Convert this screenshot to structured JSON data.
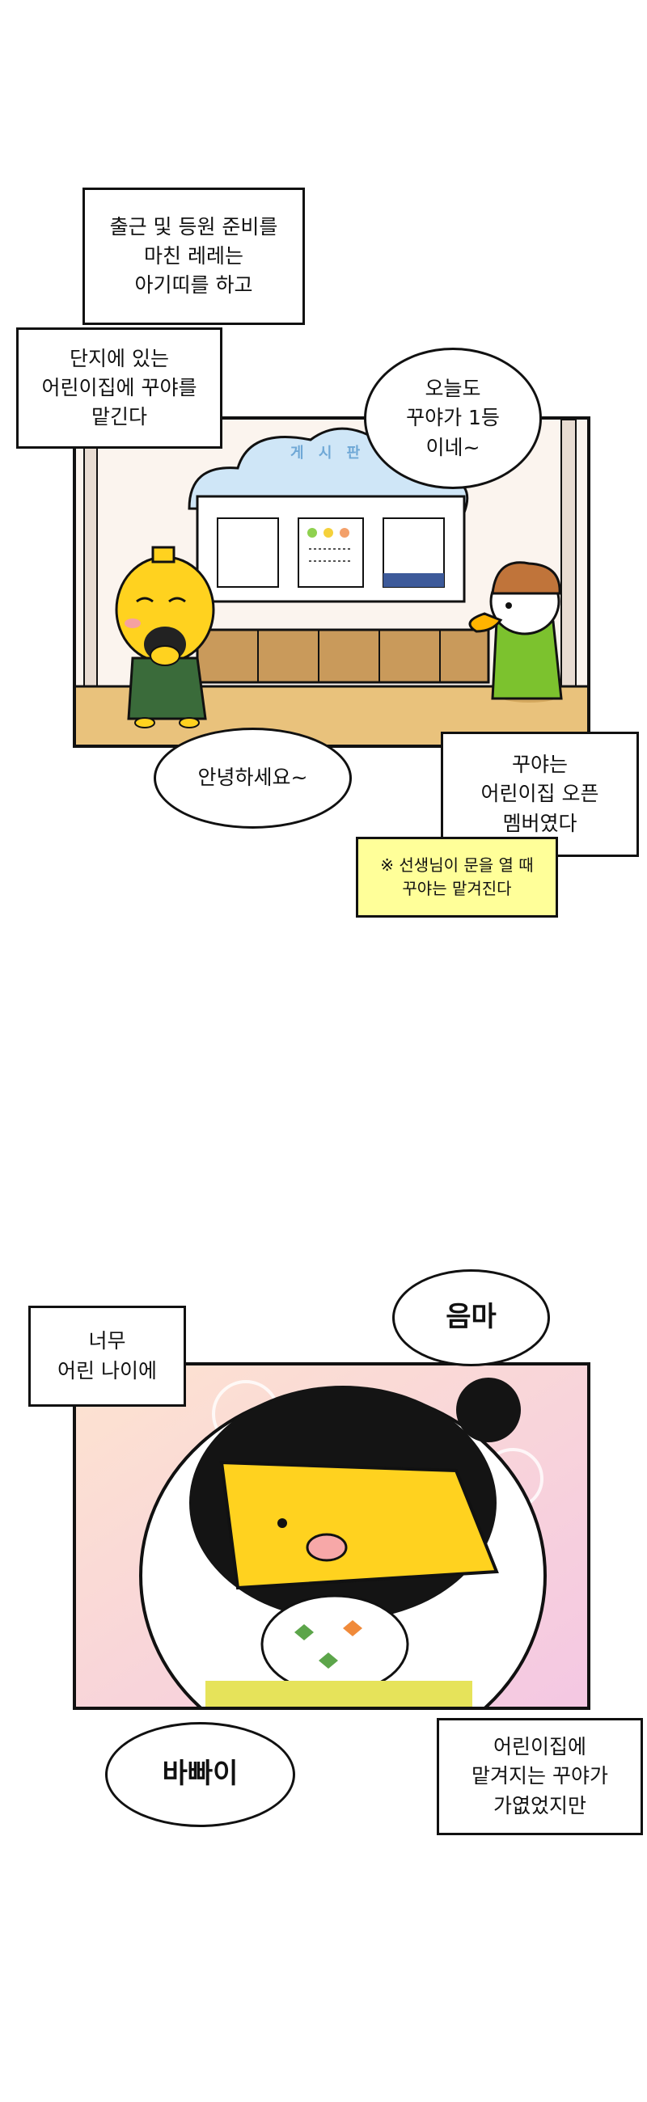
{
  "panel1": {
    "caption_top": "출근 및 등원 준비를\n마친 레레는\n아기띠를 하고",
    "caption_left": "단지에 있는\n어린이집에 꾸야를\n맡긴다",
    "bubble_teacher": "오늘도\n꾸야가 1등\n이네~",
    "board_label": "게 시 판",
    "bubble_hello": "안녕하세요~",
    "caption_member": "꾸야는\n어린이집 오픈\n멤버였다",
    "note": "※ 선생님이 문을 열 때\n꾸야는 맡겨진다"
  },
  "panel2": {
    "caption_young": "너무\n어린 나이에",
    "bubble_mom": "음마",
    "bubble_bye": "바빠이",
    "caption_sad": "어린이집에\n맡겨지는 꾸야가\n가엾었지만"
  },
  "colors": {
    "character_yellow": "#ffd21f",
    "cloud_blue": "#cfe6f7",
    "floor_tan": "#e9c27c",
    "duck_green": "#7cc22e",
    "note_yellow": "#ffff99"
  }
}
